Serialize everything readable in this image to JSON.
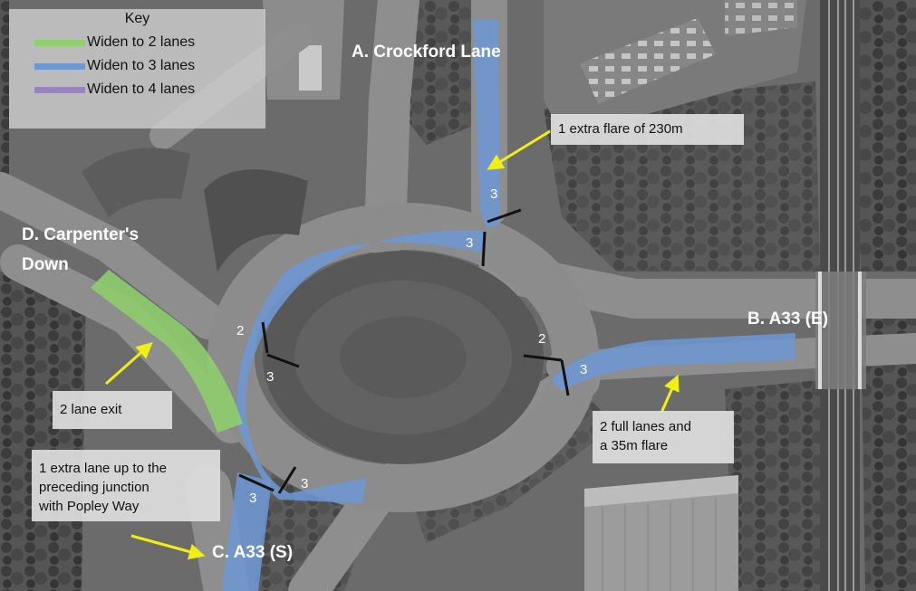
{
  "colors": {
    "two_lanes": "#8fcf6d",
    "three_lanes": "#6d98d4",
    "four_lanes": "#9a84be",
    "arrow": "#f2ee14",
    "label_text": "#ffffff"
  },
  "key": {
    "title": "Key",
    "items": [
      {
        "label": "Widen to 2 lanes",
        "color": "#8fcf6d"
      },
      {
        "label": "Widen to 3 lanes",
        "color": "#6d98d4"
      },
      {
        "label": "Widen to 4 lanes",
        "color": "#9a84be"
      }
    ]
  },
  "roads": {
    "a": "A. Crockford Lane",
    "b": "B. A33 (E)",
    "c": "C. A33 (S)",
    "d_line1": "D. Carpenter's",
    "d_line2": "Down"
  },
  "annotations": {
    "a_flare": "1 extra flare of 230m",
    "d_exit": "2 lane exit",
    "b_lanes_line1": "2 full lanes and",
    "b_lanes_line2": "a 35m flare",
    "c_lane_line1": "1 extra lane up to the",
    "c_lane_line2": "preceding junction",
    "c_lane_line3": "with Popley Way"
  },
  "lane_counts": {
    "a_approach": "3",
    "a_circ": "3",
    "d_circ_entry": "2",
    "d_circ_exit": "3",
    "c_left": "3",
    "c_right": "3",
    "b_circ": "2",
    "b_approach": "3"
  }
}
